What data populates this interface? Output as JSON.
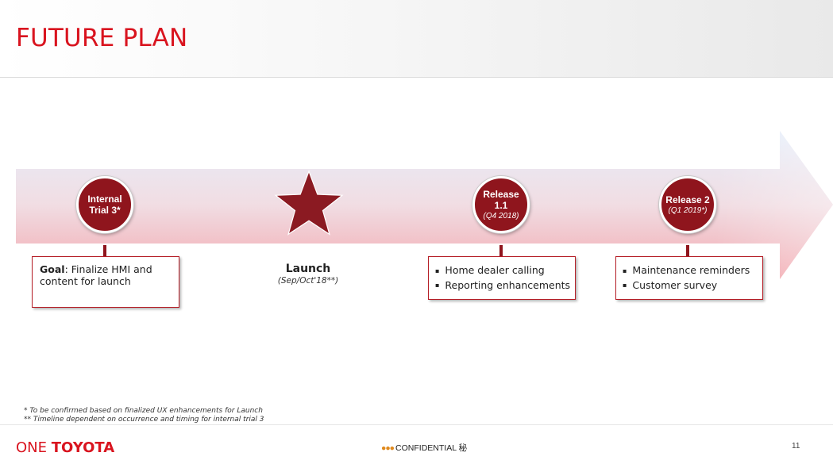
{
  "slide": {
    "title": "FUTURE PLAN"
  },
  "milestones": [
    {
      "title": "Internal Trial 3*",
      "subtitle": ""
    },
    {
      "title": "Release 1.1",
      "subtitle": "(Q4 2018)"
    },
    {
      "title": "Release 2",
      "subtitle": "(Q1 2019*)"
    }
  ],
  "goal_box": {
    "label": "Goal",
    "text": ": Finalize HMI and content for launch"
  },
  "launch": {
    "label": "Launch",
    "date": "(Sep/Oct'18**)"
  },
  "release_1_1_box": {
    "items": [
      "Home dealer calling",
      "Reporting enhancements"
    ]
  },
  "release_2_box": {
    "items": [
      "Maintenance reminders",
      "Customer survey"
    ]
  },
  "bullet_glyph": "▪",
  "footnotes": [
    "* To be confirmed based on finalized UX enhancements for Launch",
    "** Timeline dependent on occurrence and timing for internal trial 3"
  ],
  "footer": {
    "brand_prefix": "ONE",
    "brand_name": "TOYOTA",
    "confidential_dots": "●●●",
    "confidential_text": "CONFIDENTIAL 秘",
    "page_number": "11"
  },
  "colors": {
    "accent": "#d9141f",
    "dark_red": "#8f151d",
    "star": "#8b1a22"
  }
}
